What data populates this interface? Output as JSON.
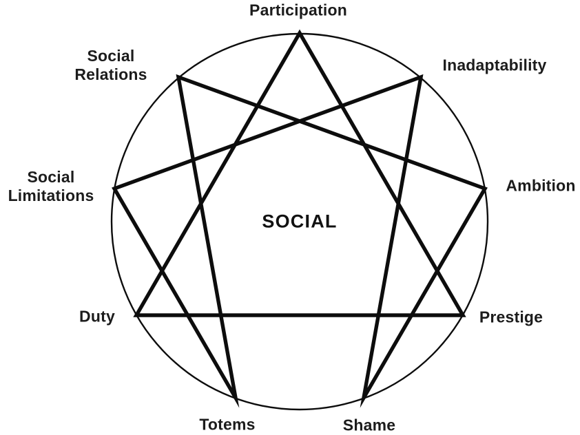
{
  "diagram": {
    "type": "enneagram",
    "center_label": "SOCIAL",
    "labels": {
      "top": "Participation",
      "upper_right": "Inadaptability",
      "right": "Ambition",
      "lower_right": "Prestige",
      "bottom_right": "Shame",
      "bottom_left": "Totems",
      "lower_left": "Duty",
      "left": "Social\nLimitations",
      "upper_left": "Social\nRelations"
    },
    "colors": {
      "line": "#0d0d0d",
      "text": "#1c1c1c",
      "background": "#ffffff"
    }
  }
}
